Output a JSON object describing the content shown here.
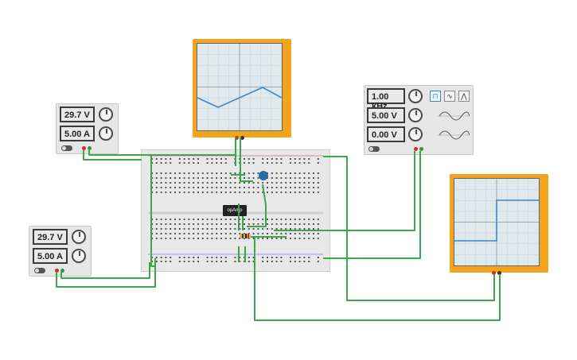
{
  "power_supplies": [
    {
      "voltage": "29.7 V",
      "current": "5.00 A"
    },
    {
      "voltage": "29.7 V",
      "current": "5.00 A"
    }
  ],
  "function_generator": {
    "frequency": "1.00 kHz",
    "amplitude": "5.00 V",
    "dc_offset": "0.00 V",
    "waveforms": [
      "square",
      "sine",
      "triangle"
    ],
    "selected_waveform": "square"
  },
  "chip": {
    "label": "opAmp"
  },
  "scopes": [
    {
      "waveform": "triangle",
      "trace_color": "#3a86c8"
    },
    {
      "waveform": "step",
      "trace_color": "#3a86c8"
    }
  ],
  "colors": {
    "wire": "#3aa84a",
    "scope_frame": "#f2a51c",
    "trace": "#3a86c8",
    "capacitor": "#2a6aa6",
    "rail_positive": "#d62a2a",
    "rail_negative": "#2a6ad6"
  },
  "icons": [
    "knob-icon",
    "power-toggle-icon",
    "square-wave-icon",
    "sine-wave-icon",
    "triangle-wave-icon"
  ]
}
